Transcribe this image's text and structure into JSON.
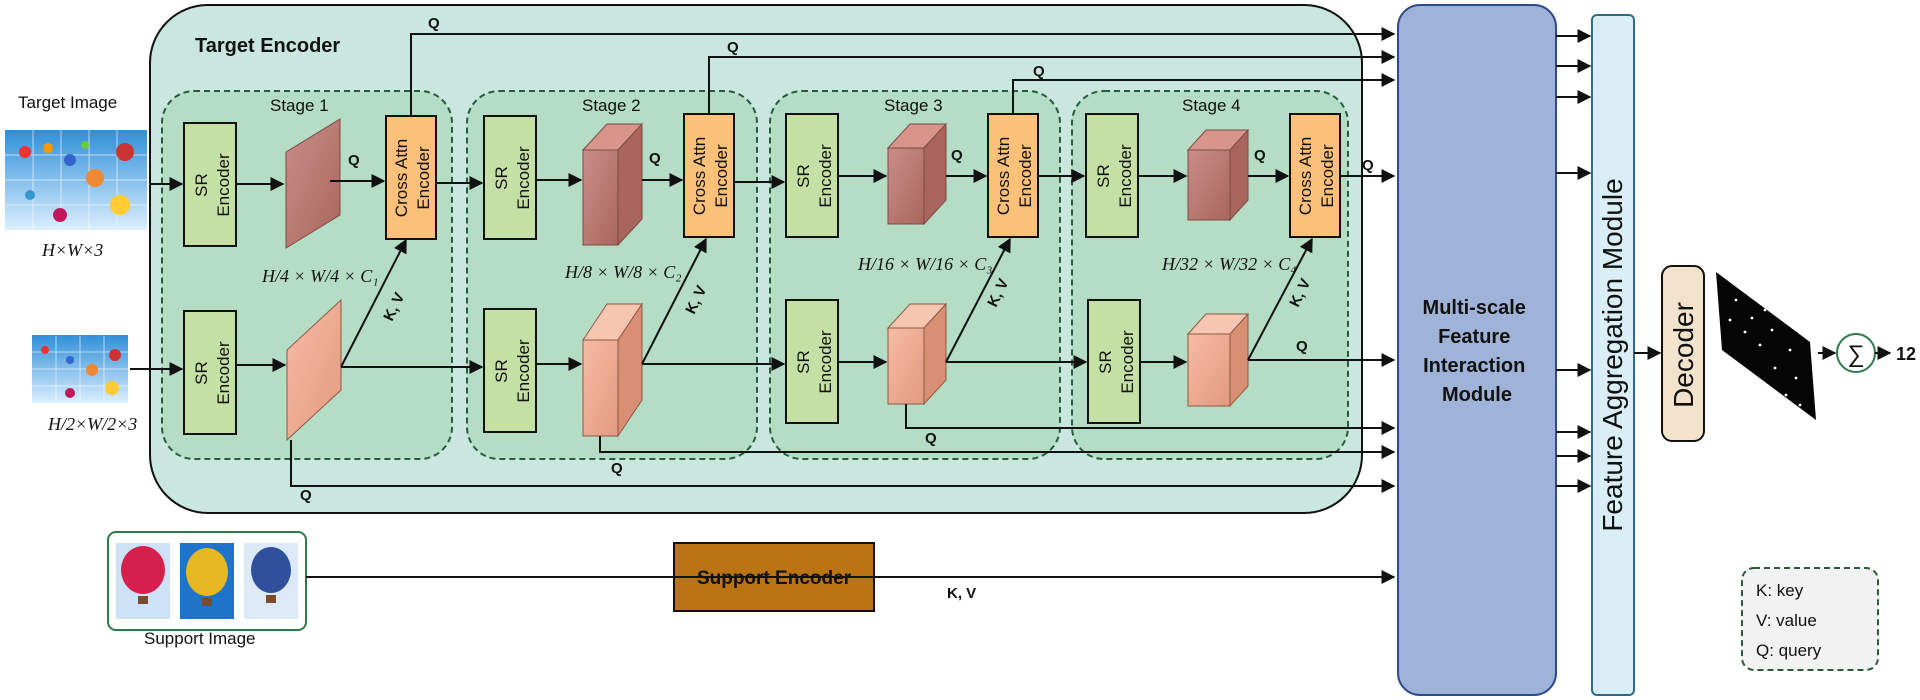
{
  "target_encoder": {
    "title": "Target Encoder",
    "stages": [
      {
        "label": "Stage 1",
        "dims": "H/4 × W/4 × C₁"
      },
      {
        "label": "Stage 2",
        "dims": "H/8 × W/8 × C₂"
      },
      {
        "label": "Stage 3",
        "dims": "H/16 × W/16 × C₃"
      },
      {
        "label": "Stage 4",
        "dims": "H/32 × W/32 × C₄"
      }
    ],
    "sr_encoder": "SR Encoder",
    "cross_attn": "Cross Attn Encoder"
  },
  "inputs": {
    "target_image": "Target Image",
    "target_dims": "H×W×3",
    "half_dims": "H/2×W/2×3",
    "support_image": "Support Image"
  },
  "support_encoder": "Support Encoder",
  "mfim": "Multi-scale Feature Interaction Module",
  "fam": "Feature Aggregation Module",
  "decoder": "Decoder",
  "sum_symbol": "∑",
  "output_count": "12",
  "labels": {
    "q": "Q",
    "kv": "K, V"
  },
  "legend": [
    "K: key",
    "V: value",
    "Q: query"
  ],
  "colors": {
    "outer": "#c9e6df",
    "stage": "#b5dcc4",
    "sr": "#c5e0a5",
    "cross": "#fbc07a",
    "mfim": "#9fb3d9",
    "fam": "#d9eef5",
    "support": "#bb7413",
    "decoder": "#f3e3cc"
  }
}
